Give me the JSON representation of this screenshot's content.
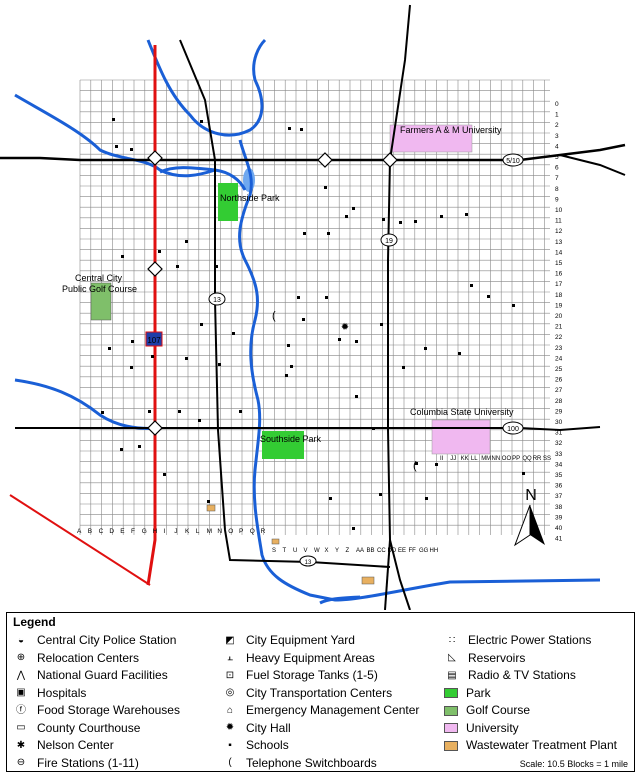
{
  "map": {
    "places": {
      "university_farmers": "Farmers A & M University",
      "northside_park": "Northside Park",
      "golf_course_line1": "Central City",
      "golf_course_line2": "Public Golf Course",
      "columbia_state": "Columbia State University",
      "southside_park": "Southside Park"
    },
    "highways": {
      "i107": "107",
      "r5_10": "5/10",
      "r19": "19",
      "r13": "13",
      "r100": "100",
      "r13_south": "13"
    },
    "north_label": "N",
    "row_labels": [
      "0",
      "1",
      "2",
      "3",
      "4",
      "5",
      "6",
      "7",
      "8",
      "9",
      "10",
      "11",
      "12",
      "13",
      "14",
      "15",
      "16",
      "17",
      "18",
      "19",
      "20",
      "21",
      "22",
      "23",
      "24",
      "25",
      "26",
      "27",
      "28",
      "29",
      "30",
      "31",
      "32",
      "33",
      "34",
      "35",
      "36",
      "37",
      "38",
      "39",
      "40",
      "41"
    ],
    "col_labels_left": [
      "A",
      "B",
      "C",
      "D",
      "E",
      "F",
      "G",
      "H",
      "I",
      "J",
      "K",
      "L",
      "M",
      "N",
      "O",
      "P",
      "Q",
      "R"
    ],
    "col_labels_bottom": [
      "S",
      "T",
      "U",
      "V",
      "W",
      "X",
      "Y",
      "Z",
      "AA",
      "BB",
      "CC",
      "DD",
      "EE",
      "FF",
      "GG",
      "HH"
    ],
    "col_labels_right": [
      "II",
      "JJ",
      "KK",
      "LL",
      "MM",
      "NN",
      "OO",
      "PP",
      "QQ",
      "RR",
      "SS"
    ]
  },
  "legend": {
    "title": "Legend",
    "items": [
      {
        "icon": "police-icon",
        "label": "Central City Police Station"
      },
      {
        "icon": "relocation-icon",
        "label": "Relocation Centers"
      },
      {
        "icon": "national-guard-icon",
        "label": "National Guard Facilities"
      },
      {
        "icon": "hospital-icon",
        "label": "Hospitals"
      },
      {
        "icon": "food-storage-icon",
        "label": "Food Storage Warehouses"
      },
      {
        "icon": "courthouse-icon",
        "label": "County Courthouse"
      },
      {
        "icon": "nelson-center-icon",
        "label": "Nelson Center"
      },
      {
        "icon": "fire-station-icon",
        "label": "Fire Stations (1-11)"
      },
      {
        "icon": "equipment-yard-icon",
        "label": "City Equipment Yard"
      },
      {
        "icon": "heavy-equipment-icon",
        "label": "Heavy Equipment Areas"
      },
      {
        "icon": "fuel-tank-icon",
        "label": "Fuel Storage Tanks (1-5)"
      },
      {
        "icon": "transportation-icon",
        "label": "City Transportation Centers"
      },
      {
        "icon": "emergency-icon",
        "label": "Emergency Management Center"
      },
      {
        "icon": "city-hall-icon",
        "label": "City Hall"
      },
      {
        "icon": "school-icon",
        "label": "Schools"
      },
      {
        "icon": "telephone-icon",
        "label": "Telephone Switchboards"
      },
      {
        "icon": "power-station-icon",
        "label": "Electric Power Stations"
      },
      {
        "icon": "reservoir-icon",
        "label": "Reservoirs"
      },
      {
        "icon": "radio-tv-icon",
        "label": "Radio & TV Stations"
      },
      {
        "icon": "park-swatch",
        "label": "Park",
        "color": "#33cc33"
      },
      {
        "icon": "golf-swatch",
        "label": "Golf Course",
        "color": "#7fbf6a"
      },
      {
        "icon": "university-swatch",
        "label": "University",
        "color": "#f0b8f0"
      },
      {
        "icon": "wastewater-icon",
        "label": "Wastewater Treatment Plant"
      }
    ],
    "scale": "Scale: 10.5 Blocks = 1 mile"
  },
  "colors": {
    "river": "#1a5fd6",
    "interstate": "#e01010",
    "highway": "#000000",
    "park": "#33cc33",
    "golf": "#7fbf6a",
    "university": "#f0b8f0",
    "street": "#888888"
  }
}
